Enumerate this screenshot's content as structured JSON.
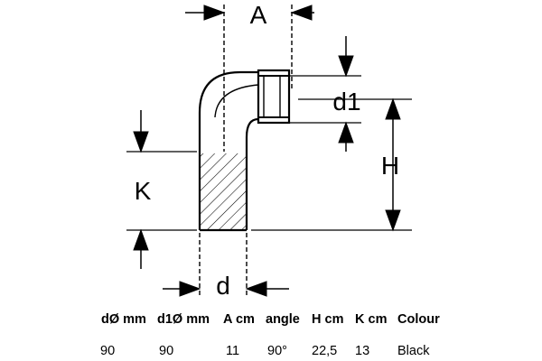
{
  "labels": {
    "a": "A",
    "d1": "d1",
    "h": "H",
    "k": "K",
    "d": "d"
  },
  "table": {
    "headers": [
      "dØ mm",
      "d1Ø mm",
      "A cm",
      "angle",
      "H cm",
      "K cm",
      "Colour"
    ],
    "values": [
      "90",
      "90",
      "11",
      "90°",
      "22,5",
      "13",
      "Black"
    ]
  }
}
